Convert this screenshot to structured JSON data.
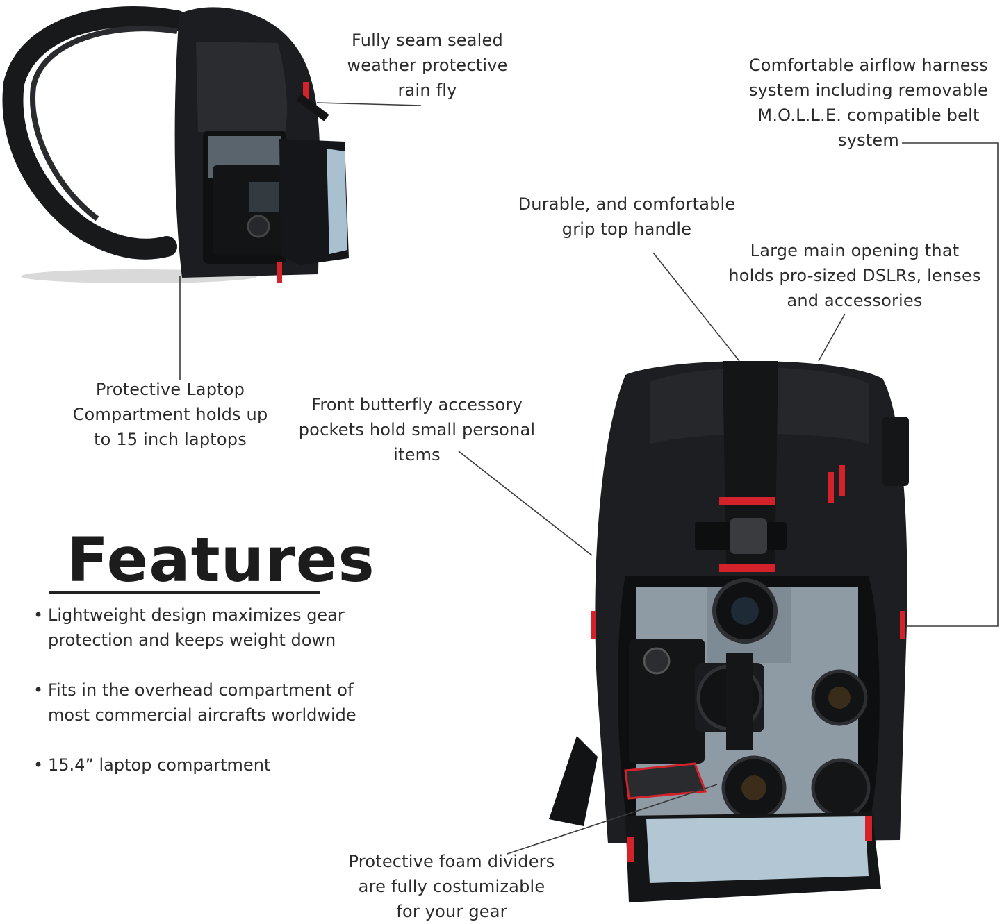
{
  "callouts": {
    "rain_fly": [
      "Fully seam sealed",
      "weather protective",
      "rain fly"
    ],
    "harness": [
      "Comfortable airflow harness",
      "system including removable",
      "M.O.L.L.E. compatible belt",
      "system"
    ],
    "handle": [
      "Durable, and comfortable",
      "grip top handle"
    ],
    "main_opening": [
      "Large main opening that",
      "holds pro-sized DSLRs, lenses",
      "and accessories"
    ],
    "laptop": [
      "Protective Laptop",
      "Compartment holds up",
      "to 15 inch laptops"
    ],
    "butterfly": [
      "Front butterfly accessory",
      "pockets hold small personal",
      "items"
    ],
    "foam": [
      "Protective foam dividers",
      "are fully costumizable",
      "for your gear"
    ]
  },
  "features": {
    "title": "Features",
    "bullet": "•",
    "items": [
      [
        "Lightweight design maximizes gear",
        "protection and keeps weight down"
      ],
      [
        "Fits in the overhead compartment of",
        "most commercial aircrafts worldwide"
      ],
      [
        "15.4” laptop compartment"
      ]
    ]
  },
  "colors": {
    "bag_body": "#1e1f22",
    "bag_dark": "#101113",
    "interior": "#8e9aa4",
    "accent_red": "#d3222a",
    "line": "#3a3a3a"
  }
}
